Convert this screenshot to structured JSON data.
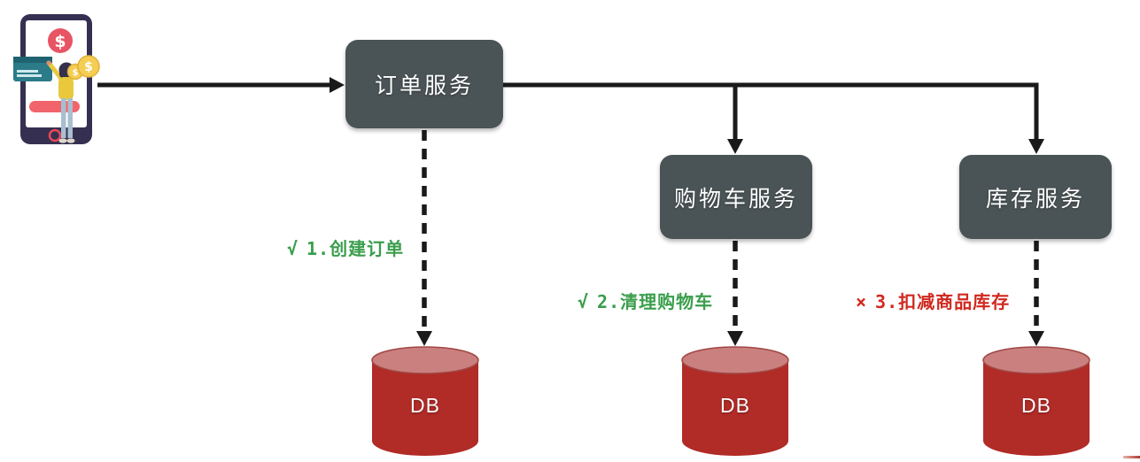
{
  "diagram": {
    "services": [
      {
        "label": "订单服务"
      },
      {
        "label": "购物车服务"
      },
      {
        "label": "库存服务"
      }
    ],
    "steps": [
      {
        "icon": "√",
        "text": "1.创建订单",
        "status": "success",
        "color": "#3a9e4c"
      },
      {
        "icon": "√",
        "text": "2.清理购物车",
        "status": "success",
        "color": "#3a9e4c"
      },
      {
        "icon": "×",
        "text": "3.扣减商品库存",
        "status": "fail",
        "color": "#d0281e"
      }
    ],
    "databases": [
      {
        "label": "DB"
      },
      {
        "label": "DB"
      },
      {
        "label": "DB"
      }
    ],
    "icons": {
      "client": "mobile-payment-illustration"
    },
    "colors": {
      "service_box": "#4a5355",
      "db_body": "#b12b27",
      "db_top": "#ca807e",
      "arrow": "#1a1a1a",
      "success": "#3a9e4c",
      "fail": "#d0281e"
    }
  }
}
